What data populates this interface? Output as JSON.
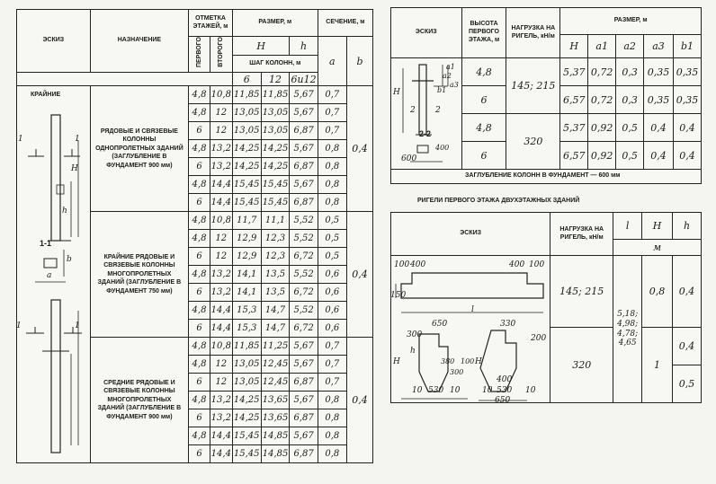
{
  "left_table": {
    "headers": {
      "sketch": "ЭСКИЗ",
      "purpose": "НАЗНАЧЕНИЕ",
      "elevation": "ОТМЕТКА ЭТАЖЕЙ, м",
      "first": "ПЕРВОГО",
      "second": "ВТОРОГО",
      "size": "РАЗМЕР, м",
      "H": "H",
      "h": "h",
      "column_step": "ШАГ КОЛОНН, м",
      "step6": "6",
      "step12": "12",
      "step6and12": "6и12",
      "section": "СЕЧЕНИЕ, м",
      "a": "a",
      "b": "b"
    },
    "sketch_labels": {
      "edge": "КРАЙНИЕ",
      "section11": "1-1",
      "mark1a": "1",
      "mark1b": "1",
      "mark1c": "1",
      "mark1d": "1",
      "H": "H",
      "h": "h",
      "a": "a",
      "b": "b"
    },
    "groups": [
      {
        "purpose": "РЯДОВЫЕ И СВЯЗЕВЫЕ КОЛОННЫ ОДНОПРОЛЕТНЫХ ЗДАНИЙ (ЗАГЛУБЛЕНИЕ В ФУНДАМЕНТ 900 мм)",
        "b": "0,4",
        "rows": [
          [
            "4,8",
            "10,8",
            "11,85",
            "11,85",
            "5,67",
            "0,7"
          ],
          [
            "4,8",
            "12",
            "13,05",
            "13,05",
            "5,67",
            "0,7"
          ],
          [
            "6",
            "12",
            "13,05",
            "13,05",
            "6,87",
            "0,7"
          ],
          [
            "4,8",
            "13,2",
            "14,25",
            "14,25",
            "5,67",
            "0,8"
          ],
          [
            "6",
            "13,2",
            "14,25",
            "14,25",
            "6,87",
            "0,8"
          ],
          [
            "4,8",
            "14,4",
            "15,45",
            "15,45",
            "5,67",
            "0,8"
          ],
          [
            "6",
            "14,4",
            "15,45",
            "15,45",
            "6,87",
            "0,8"
          ]
        ]
      },
      {
        "purpose": "КРАЙНИЕ РЯДОВЫЕ И СВЯЗЕВЫЕ КОЛОННЫ МНОГОПРОЛЕТНЫХ ЗДАНИЙ (ЗАГЛУБЛЕНИЕ В ФУНДАМЕНТ 750 мм)",
        "b": "0,4",
        "rows": [
          [
            "4,8",
            "10,8",
            "11,7",
            "11,1",
            "5,52",
            "0,5"
          ],
          [
            "4,8",
            "12",
            "12,9",
            "12,3",
            "5,52",
            "0,5"
          ],
          [
            "6",
            "12",
            "12,9",
            "12,3",
            "6,72",
            "0,5"
          ],
          [
            "4,8",
            "13,2",
            "14,1",
            "13,5",
            "5,52",
            "0,6"
          ],
          [
            "6",
            "13,2",
            "14,1",
            "13,5",
            "6,72",
            "0,6"
          ],
          [
            "4,8",
            "14,4",
            "15,3",
            "14,7",
            "5,52",
            "0,6"
          ],
          [
            "6",
            "14,4",
            "15,3",
            "14,7",
            "6,72",
            "0,6"
          ]
        ]
      },
      {
        "purpose": "СРЕДНИЕ РЯДОВЫЕ И СВЯЗЕВЫЕ КОЛОННЫ МНОГОПРОЛЕТНЫХ ЗДАНИЙ (ЗАГЛУБЛЕНИЕ В ФУНДАМЕНТ 900 мм)",
        "b": "0,4",
        "rows": [
          [
            "4,8",
            "10,8",
            "11,85",
            "11,25",
            "5,67",
            "0,7"
          ],
          [
            "4,8",
            "12",
            "13,05",
            "12,45",
            "5,67",
            "0,7"
          ],
          [
            "6",
            "12",
            "13,05",
            "12,45",
            "6,87",
            "0,7"
          ],
          [
            "4,8",
            "13,2",
            "14,25",
            "13,65",
            "5,67",
            "0,8"
          ],
          [
            "6",
            "13,2",
            "14,25",
            "13,65",
            "6,87",
            "0,8"
          ],
          [
            "4,8",
            "14,4",
            "15,45",
            "14,85",
            "5,67",
            "0,8"
          ],
          [
            "6",
            "14,4",
            "15,45",
            "14,85",
            "6,87",
            "0,8"
          ]
        ]
      }
    ]
  },
  "right_top_table": {
    "headers": {
      "sketch": "ЭСКИЗ",
      "height": "ВЫСОТА ПЕРВОГО ЭТАЖА, м",
      "load": "НАГРУЗКА НА РИГЕЛЬ, кН/м",
      "size": "РАЗМЕР, м",
      "H": "H",
      "a1": "a1",
      "a2": "a2",
      "a3": "a3",
      "b1": "b1"
    },
    "sketch_labels": {
      "section22": "2-2",
      "dim600": "600",
      "H": "H",
      "mark2a": "2",
      "mark2b": "2",
      "a1": "a1",
      "a2": "a2",
      "a3": "a3",
      "b1": "b1",
      "dim400": "400"
    },
    "rows": [
      {
        "height": "4,8",
        "load": "145; 215",
        "values": [
          "5,37",
          "0,72",
          "0,3",
          "0,35",
          "0,35"
        ]
      },
      {
        "height": "6",
        "load": "",
        "values": [
          "6,57",
          "0,72",
          "0,3",
          "0,35",
          "0,35"
        ]
      },
      {
        "height": "4,8",
        "load": "320",
        "values": [
          "5,37",
          "0,92",
          "0,5",
          "0,4",
          "0,4"
        ]
      },
      {
        "height": "6",
        "load": "",
        "values": [
          "6,57",
          "0,92",
          "0,5",
          "0,4",
          "0,4"
        ]
      }
    ],
    "footer": "ЗАГЛУБЛЕНИЕ КОЛОНН В ФУНДАМЕНТ — 600 мм"
  },
  "beams": {
    "title": "РИГЕЛИ ПЕРВОГО ЭТАЖА ДВУХЭТАЖНЫХ ЗДАНИЙ",
    "headers": {
      "sketch": "ЭСКИЗ",
      "load": "НАГРУЗКА НА РИГЕЛЬ, кН/м",
      "l": "l",
      "H": "H",
      "h": "h",
      "unit": "м"
    },
    "rows": [
      {
        "load": "145; 215",
        "l": "5,18; 4,98;",
        "H": "0,8",
        "h": "0,4"
      },
      {
        "load": "320",
        "l": "4,78; 4,65",
        "H": "1",
        "h": [
          "0,4",
          "0,5"
        ]
      }
    ],
    "dims": {
      "d100a": "100",
      "d400a": "400",
      "d400b": "400",
      "d100b": "100",
      "d150": "150",
      "l": "l",
      "d650a": "650",
      "d330": "330",
      "d300": "300",
      "d200": "200",
      "H1": "H",
      "h1": "h",
      "H2": "H",
      "d10a": "10",
      "d530a": "530",
      "d10b": "10",
      "d400c": "400",
      "d10c": "10",
      "d530b": "530",
      "d10d": "10",
      "d650b": "650",
      "d380": "380",
      "d300b": "300",
      "d100c": "100"
    }
  }
}
